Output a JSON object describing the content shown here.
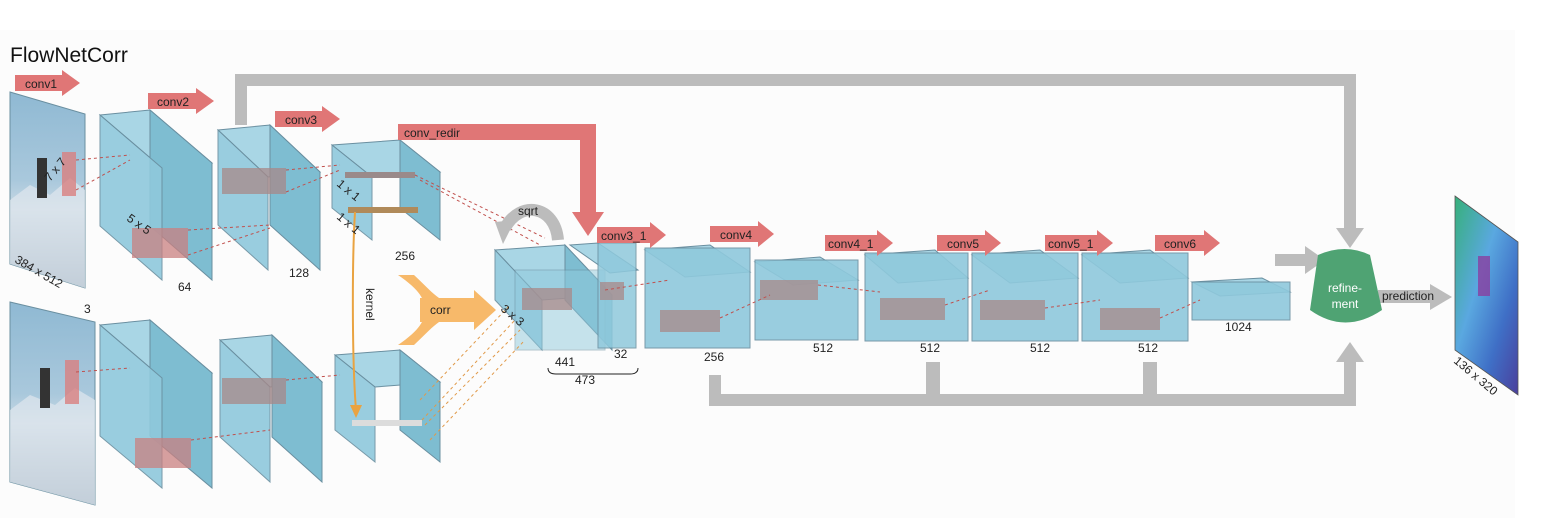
{
  "title": "FlowNetCorr",
  "colors": {
    "block_face": "#8fc9dc",
    "block_edge": "#6a8fa0",
    "conv_arrow": "#e07676",
    "corr_arrow": "#f7b96a",
    "skip_arrow": "#bcbcbc",
    "refinement": "#4fa373",
    "kernel_line": "#e9a341",
    "dashed_line": "#c0504d"
  },
  "layers": {
    "conv1": "conv1",
    "conv2": "conv2",
    "conv3": "conv3",
    "conv_redir": "conv_redir",
    "conv3_1": "conv3_1",
    "conv4": "conv4",
    "conv4_1": "conv4_1",
    "conv5": "conv5",
    "conv5_1": "conv5_1",
    "conv6": "conv6"
  },
  "input": {
    "size": "384 x 512",
    "channels": "3",
    "kernel_conv1": "7 x 7",
    "kernel_conv2": "5 x 5"
  },
  "channels": {
    "conv1": "64",
    "conv2": "128",
    "conv3": "256",
    "corr": "441",
    "redir": "32",
    "concat": "473",
    "conv3_1": "256",
    "conv4": "512",
    "conv4_1": "512",
    "conv5": "512",
    "conv5_1": "512",
    "conv6": "1024"
  },
  "correlation": {
    "label": "corr",
    "kernel": "kernel",
    "patch_a": "1 x 1",
    "patch_b": "1 x 1",
    "displacement": "3 x 3",
    "sqrt": "sqrt"
  },
  "refinement": {
    "line1": "refine-",
    "line2": "ment"
  },
  "output": {
    "label": "prediction",
    "size": "136 x 320"
  }
}
